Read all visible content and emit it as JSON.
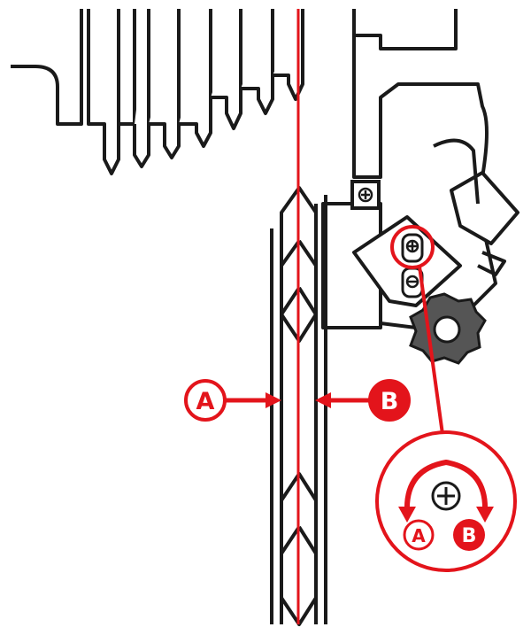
{
  "diagram": {
    "colors": {
      "line": "#1a1a1a",
      "accent": "#e3141b",
      "background": "#ffffff",
      "dark_knob": "#555555"
    },
    "labels": {
      "left_arrow": "A",
      "right_arrow": "B",
      "dial_left": "A",
      "dial_right": "B"
    },
    "icons": {
      "top_screw": "screw-plus-icon",
      "adjust_screw": "screw-plus-icon",
      "dial_screw": "screw-plus-icon",
      "knob": "knurled-knob-icon"
    }
  }
}
